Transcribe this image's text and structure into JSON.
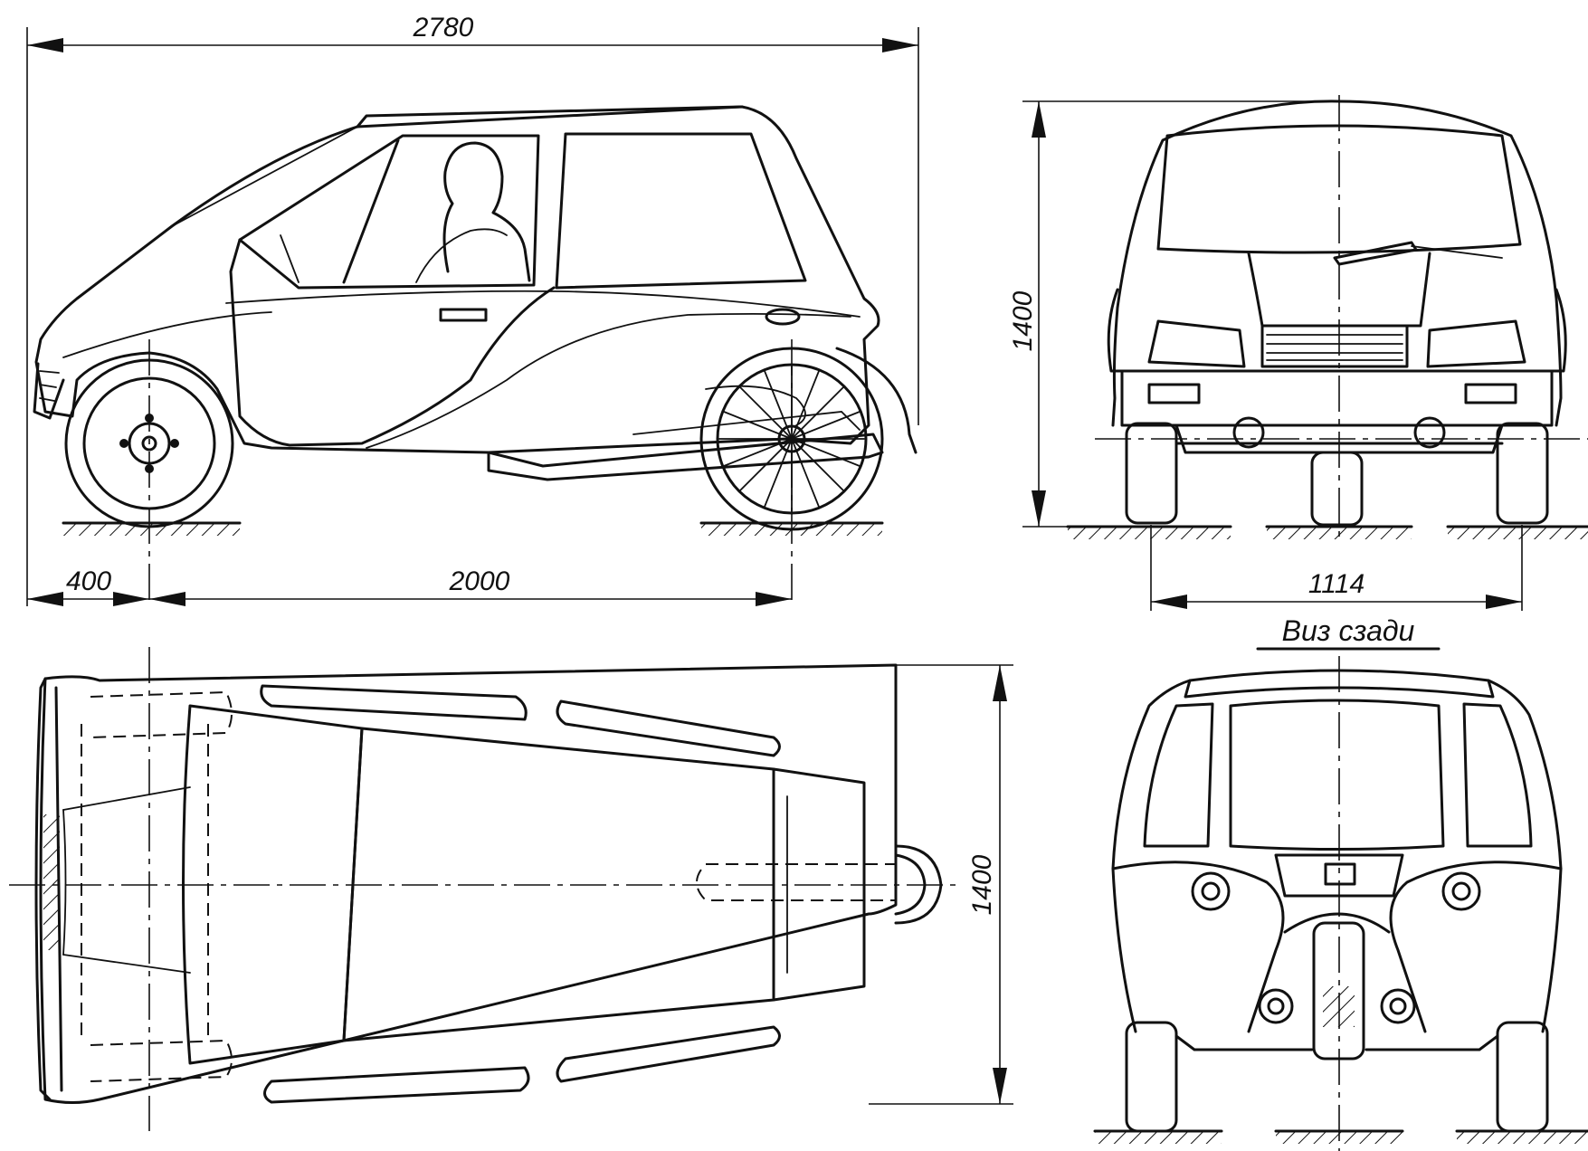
{
  "dimensions": {
    "overall_length": "2780",
    "front_overhang": "400",
    "wheelbase": "2000",
    "height": "1400",
    "track": "1114",
    "plan_width": "1400"
  },
  "labels": {
    "rear_view": "Виз сзади"
  },
  "colors": {
    "ink": "#111111",
    "paper": "#ffffff"
  }
}
